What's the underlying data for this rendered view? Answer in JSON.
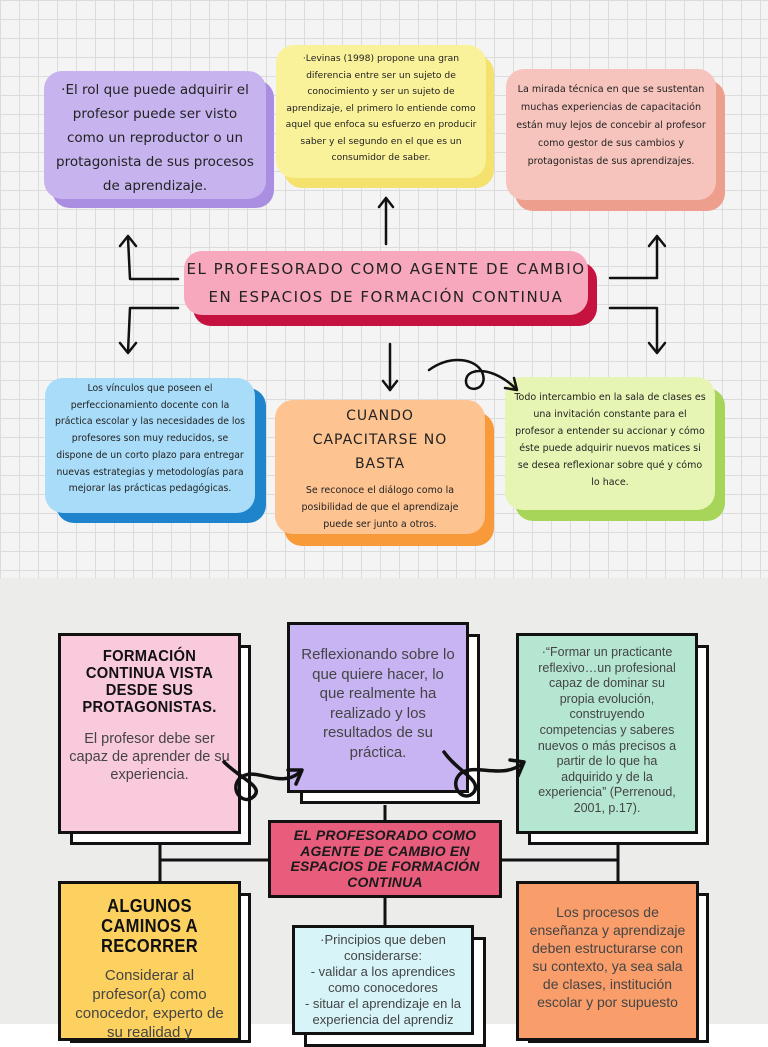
{
  "top": {
    "central": {
      "line1": "EL PROFESORADO COMO AGENTE DE CAMBIO",
      "line2": "EN ESPACIOS DE FORMACIÓN CONTINUA"
    },
    "purple_card": "·El rol que puede adquirir el profesor puede ser visto como un reproductor o un protagonista de sus procesos de aprendizaje.",
    "yellow_card": "·Levinas (1998) propone una gran diferencia entre ser un sujeto de conocimiento y ser un sujeto de aprendizaje, el primero lo entiende como aquel que enfoca su esfuerzo en producir saber y el segundo en el que es un consumidor de saber.",
    "pink_card": "La mirada técnica en que se sustentan muchas experiencias de capacitación están muy lejos de concebir al profesor como gestor de sus cambios y protagonistas de sus aprendizajes.",
    "blue_card": "Los vínculos que poseen el perfeccionamiento docente con la práctica escolar y las necesidades de los profesores son muy reducidos, se dispone de un corto plazo para entregar nuevas estrategias y metodologías para mejorar las prácticas pedagógicas.",
    "orange_card": {
      "title": "CUANDO CAPACITARSE NO BASTA",
      "text": "Se reconoce el diálogo como la posibilidad de que el aprendizaje puede ser junto a otros."
    },
    "green_card": "Todo intercambio en la sala de clases es una invitación constante para el profesor a entender su accionar y cómo éste puede adquirir nuevos matices si se desea reflexionar sobre qué y cómo lo hace."
  },
  "bottom": {
    "central": "EL PROFESORADO COMO AGENTE DE CAMBIO EN ESPACIOS DE FORMACIÓN CONTINUA",
    "pink_box": {
      "title": "FORMACIÓN CONTINUA VISTA DESDE SUS PROTAGONISTAS.",
      "text": "El profesor debe ser capaz de aprender de su experiencia."
    },
    "purple_box": "Reflexionando sobre lo que quiere hacer, lo que realmente ha realizado y los resultados de su práctica.",
    "green_box": "·“Formar un practicante reflexivo…un profesional capaz de dominar su propia evolución, construyendo competencias y saberes nuevos o más precisos a partir de lo que ha adquirido y de la experiencia” (Perrenoud, 2001, p.17).",
    "yellow_box": {
      "title": "ALGUNOS CAMINOS A RECORRER",
      "text": "Considerar al profesor(a) como conocedor, experto de su realidad y"
    },
    "cyan_box": "·Principios que deben considerarse:\n- validar a los aprendices como conocedores\n- situar el aprendizaje en la experiencia del aprendiz",
    "orange_box": "Los procesos de enseñanza y aprendizaje deben estructurarse con su contexto, ya sea sala de clases, institución escolar y por supuesto"
  },
  "colors": {
    "purple": "#c7b4ef",
    "yellow": "#faf29a",
    "pink": "#f6c4bd",
    "blue": "#a9dcf8",
    "orange": "#fdc391",
    "green": "#e6f5b4",
    "central": "#f8a8bc",
    "box_pink": "#f9c9dc",
    "box_purple": "#c9b4f3",
    "box_green": "#b5e6d2",
    "box_central": "#e85c7c",
    "box_yellow": "#fcd160",
    "box_cyan": "#d7f4f8",
    "box_orange": "#f99e6b"
  }
}
